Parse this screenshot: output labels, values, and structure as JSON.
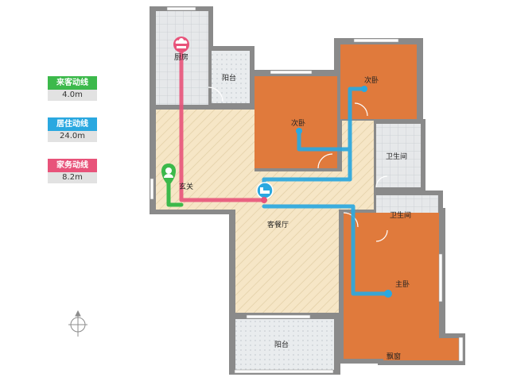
{
  "legend": {
    "guest": {
      "label": "来客动线",
      "value": "4.0m",
      "color": "#3cb94b"
    },
    "living": {
      "label": "居住动线",
      "value": "24.0m",
      "color": "#2aa8e0"
    },
    "chores": {
      "label": "家务动线",
      "value": "8.2m",
      "color": "#e8537a"
    }
  },
  "rooms": {
    "kitchen": "厨房",
    "balcony_small": "阳台",
    "second_bedroom_left": "次卧",
    "second_bedroom_right": "次卧",
    "bathroom_1": "卫生间",
    "bathroom_2": "卫生间",
    "foyer": "玄关",
    "living_dining": "客餐厅",
    "master_bedroom": "主卧",
    "balcony_big": "阳台",
    "bay_window": "飘窗"
  },
  "icons": {
    "compass": "compass-icon",
    "kitchen_marker": "chef-hat-icon",
    "guest_marker": "person-pin-icon",
    "living_marker": "bed-icon"
  },
  "colors": {
    "wall": "#888888",
    "floor_wood": "#f6e6c6",
    "floor_orange": "#e07a3c",
    "floor_tile": "#e6e8ea",
    "floor_gray": "#d8d8d8"
  }
}
